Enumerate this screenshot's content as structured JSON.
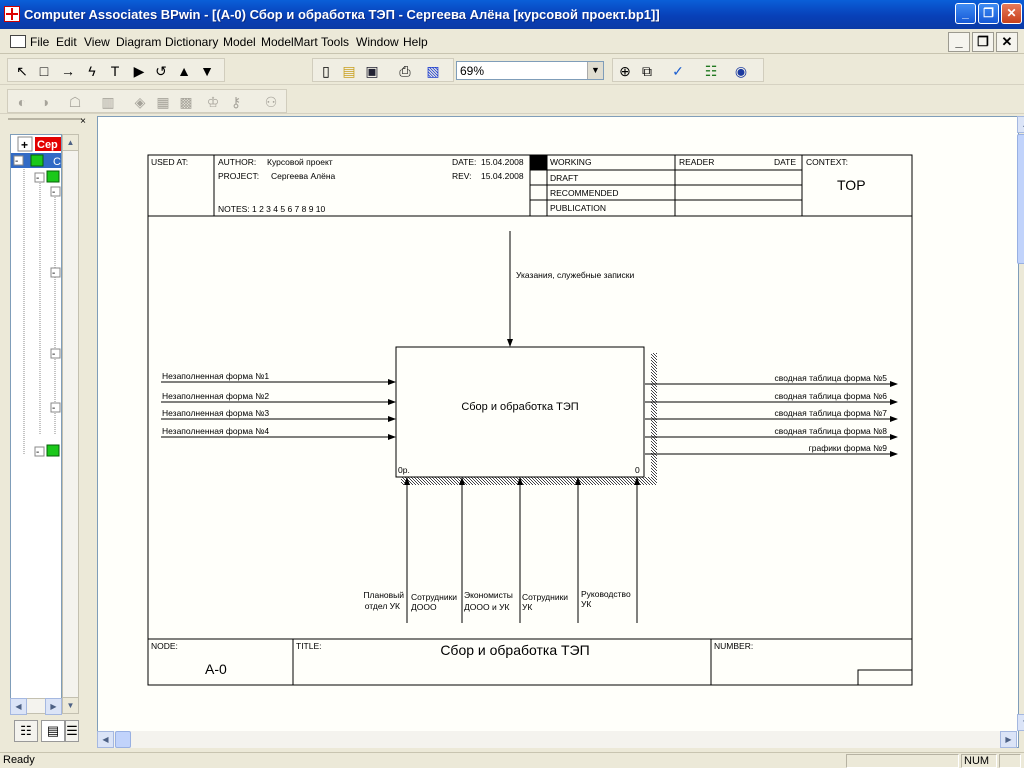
{
  "window": {
    "title": "Computer Associates BPwin - [(A-0) Сбор и обработка ТЭП - Сергеева Алёна  [курсовой проект.bp1]]",
    "min": "_",
    "max": "❐",
    "close": "✕"
  },
  "menu": [
    "File",
    "Edit",
    "View",
    "Diagram",
    "Dictionary",
    "Model",
    "ModelMart",
    "Tools",
    "Window",
    "Help"
  ],
  "mdi": {
    "min": "_",
    "restore": "❐",
    "close": "✕"
  },
  "toolbar": {
    "tools": [
      "pointer-tool",
      "box-tool",
      "arrow-tool",
      "squiggle-tool",
      "text-tool",
      "decompose-tool",
      "undo-tool",
      "level-up-tool",
      "level-down-tool"
    ],
    "zoom": "69%"
  },
  "model_tree": {
    "root_label": "Сер",
    "node_label": "С"
  },
  "diagram": {
    "header": {
      "used_at": "USED AT:",
      "author_label": "AUTHOR:",
      "author": "Курсовой проект",
      "project_label": "PROJECT:",
      "project": "Сергеева Алёна",
      "notes": "NOTES:  1  2  3  4  5  6  7  8  9  10",
      "date_label": "DATE:",
      "date": "15.04.2008",
      "rev_label": "REV:",
      "rev": "15.04.2008",
      "status": [
        "WORKING",
        "DRAFT",
        "RECOMMENDED",
        "PUBLICATION"
      ],
      "reader": "READER",
      "reader_date": "DATE",
      "context_label": "CONTEXT:",
      "context": "TOP"
    },
    "activity": {
      "name": "Сбор и обработка ТЭП",
      "cost": "0р.",
      "number": "0"
    },
    "control": "Указания, служебные записки",
    "inputs": [
      "Незаполненная форма №1",
      "Незаполненная форма №2",
      "Незаполненная форма №3",
      "Незаполненная форма №4"
    ],
    "outputs": [
      "сводная таблица форма №5",
      "сводная таблица форма №6",
      "сводная таблица форма №7",
      "сводная таблица форма №8",
      "графики форма №9"
    ],
    "mechanisms": [
      [
        "Плановый",
        "отдел УК"
      ],
      [
        "Сотрудники",
        "ДООО"
      ],
      [
        "Экономисты",
        "ДООО и УК"
      ],
      [
        "Сотрудники",
        "УК"
      ],
      [
        "Руководство",
        "УК"
      ]
    ],
    "footer": {
      "node_label": "NODE:",
      "node": "A-0",
      "title_label": "TITLE:",
      "title": "Сбор и обработка ТЭП",
      "number_label": "NUMBER:"
    }
  },
  "status": {
    "text": "Ready",
    "num": "NUM"
  }
}
